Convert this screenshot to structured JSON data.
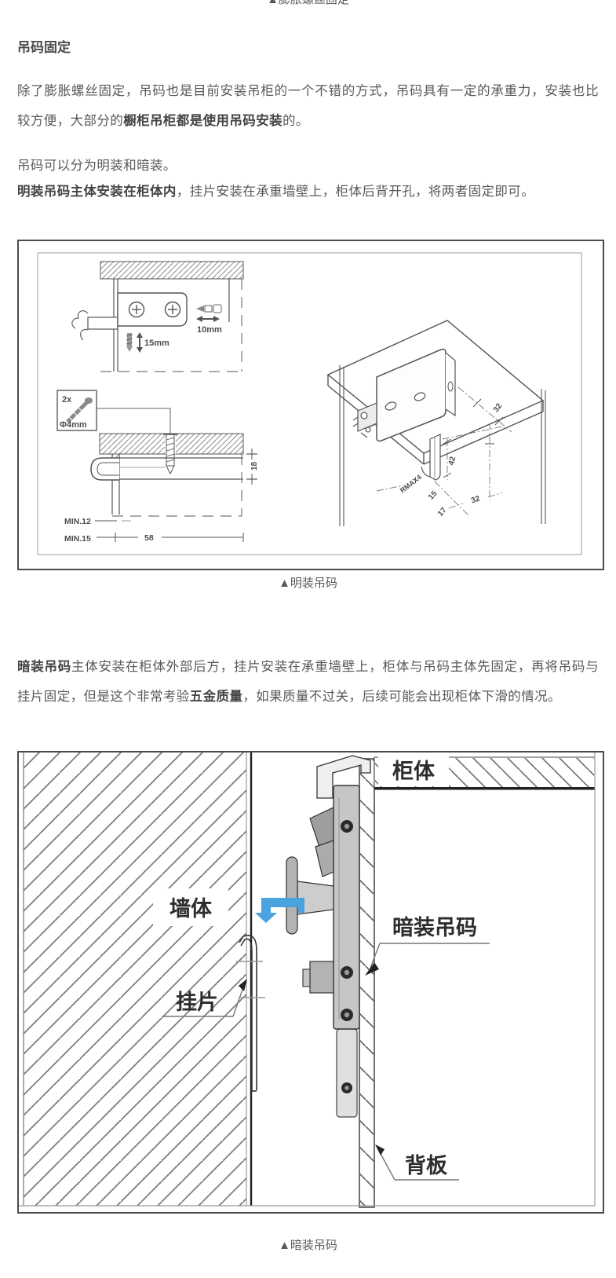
{
  "top_caption": "▲膨胀螺丝固定",
  "heading": "吊码固定",
  "paragraphs": {
    "p1_normal1": "除了膨胀螺丝固定，吊码也是目前安装吊柜的一个不错的方式，吊码具有一定的承重力，安装也比较方便，大部分的",
    "p1_bold": "橱柜吊柜都是使用吊码安装",
    "p1_normal2": "的。",
    "p2": "吊码可以分为明装和暗装。",
    "p3_bold": "明装吊码主体安装在柜体内",
    "p3_normal": "，挂片安装在承重墙壁上，柜体后背开孔，将两者固定即可。",
    "p4_bold1": "暗装吊码",
    "p4_normal1": "主体安装在柜体外部后方，挂片安装在承重墙壁上，柜体与吊码主体先固定，再将吊码与挂片固定，但是这个非常考验",
    "p4_bold2": "五金质量",
    "p4_normal2": "，如果质量不过关，后续可能会出现柜体下滑的情况。"
  },
  "figure1": {
    "caption": "▲明装吊码",
    "labels": {
      "ten_mm": "10mm",
      "fifteen_mm": "15mm",
      "two_x": "2x",
      "phi4": "Φ4mm",
      "min12": "MIN.12",
      "min15": "MIN.15",
      "d58": "58",
      "d18": "18",
      "d32_top": "32",
      "d42": "42",
      "rmax4": "RMAX4",
      "d15": "15",
      "d17": "17",
      "d32_bottom": "32"
    }
  },
  "figure2": {
    "caption": "▲暗装吊码",
    "arrow_color": "#4aa3df",
    "labels": {
      "cabinet": "柜体",
      "wall": "墙体",
      "hanging_piece": "挂片",
      "concealed_hanger": "暗装吊码",
      "back_panel": "背板"
    }
  }
}
